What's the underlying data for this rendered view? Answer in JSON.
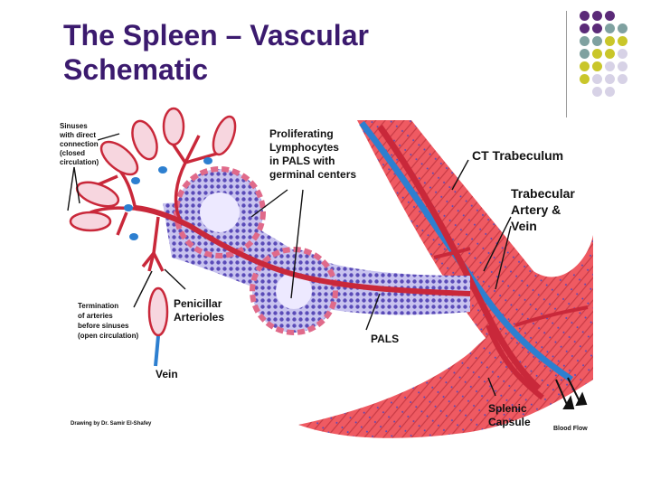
{
  "title_line1": "The Spleen –  Vascular",
  "title_line2": "Schematic",
  "labels": {
    "sinuses": [
      "Sinuses",
      "with direct",
      "connection",
      "(closed",
      "circulation)"
    ],
    "proliferating": [
      "Proliferating",
      "Lymphocytes",
      "in PALS with",
      "germinal centers"
    ],
    "ct_trabeculum": "CT Trabeculum",
    "trabecular": [
      "Trabecular",
      "Artery &",
      "Vein"
    ],
    "termination": [
      "Termination",
      "of arteries",
      "before sinuses",
      "(open circulation)"
    ],
    "penicillar": [
      "Penicillar",
      "Arterioles"
    ],
    "pals": "PALS",
    "vein": "Vein",
    "splenic_capsule": [
      "Splenic",
      "Capsule"
    ],
    "blood_flow": "Blood Flow",
    "credit": "Drawing by Dr. Samir El-Shafey"
  },
  "colors": {
    "title": "#3b1a6e",
    "purple_dot": "#5b2a78",
    "teal_dot": "#7fa1a0",
    "yellow_dot": "#c9c62a",
    "lavender_dot": "#d7d2e6",
    "tissue_red": "#e84a55",
    "artery_red": "#c9283a",
    "vein_blue": "#2d7fd0",
    "lymph_purple": "#5a4bb8"
  }
}
